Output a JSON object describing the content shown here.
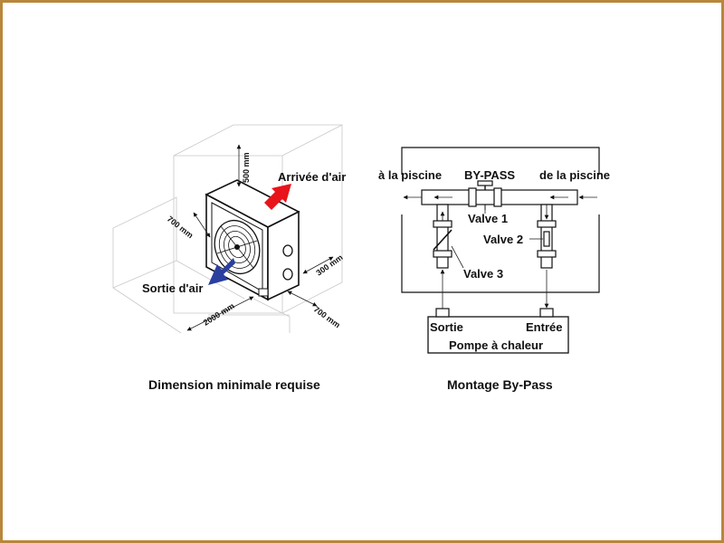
{
  "left_diagram": {
    "labels": {
      "air_in": "Arrivée d'air",
      "air_out": "Sortie d'air",
      "dim_top": "500 mm",
      "dim_left": "700 mm",
      "dim_right_side": "300 mm",
      "dim_right_front": "700 mm",
      "dim_front": "2000 mm"
    },
    "caption": "Dimension minimale requise",
    "colors": {
      "air_in_arrow": "#e8141a",
      "air_out_arrow": "#2b3f9e"
    }
  },
  "right_diagram": {
    "labels": {
      "to_pool": "à la piscine",
      "bypass": "BY-PASS",
      "from_pool": "de la piscine",
      "valve1": "Valve 1",
      "valve2": "Valve 2",
      "valve3": "Valve 3",
      "outlet": "Sortie",
      "inlet": "Entrée",
      "heat_pump": "Pompe à chaleur"
    },
    "caption": "Montage By-Pass"
  },
  "colors": {
    "frame_border": "#b8873a"
  }
}
